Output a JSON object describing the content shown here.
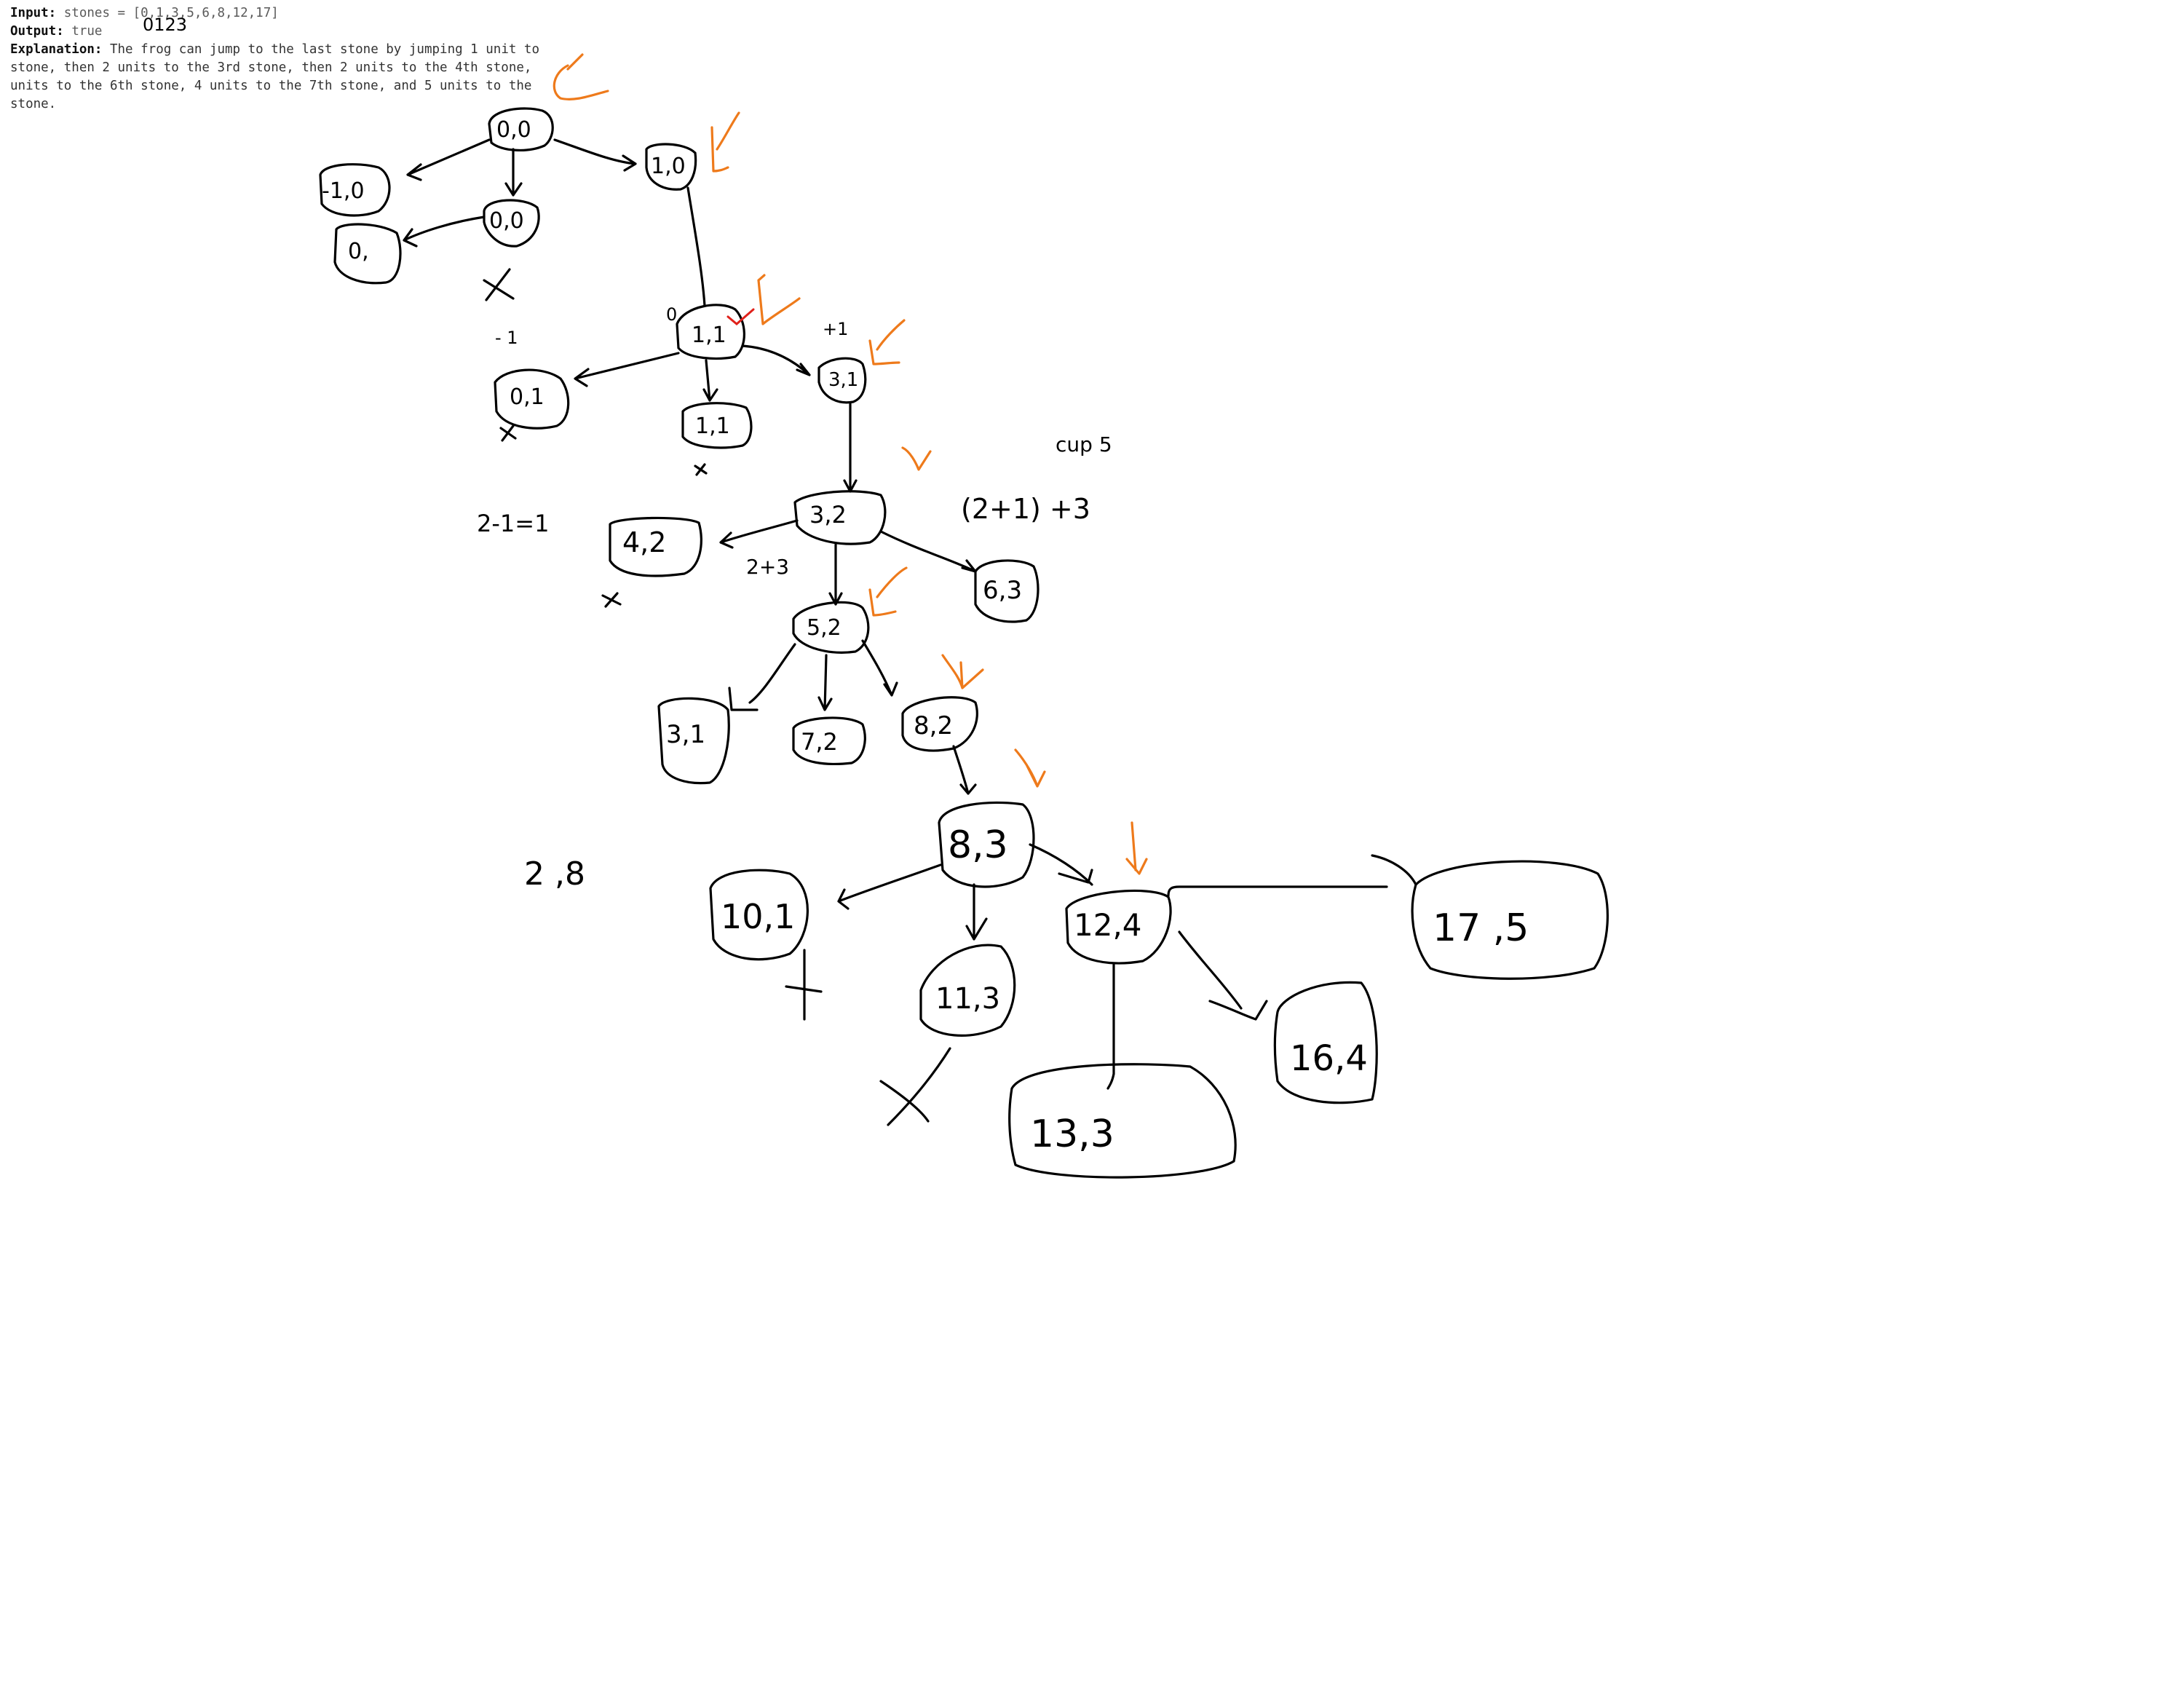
{
  "problem": {
    "input_label": "Input:",
    "input_value": "stones = [0,1,3,5,6,8,12,17]",
    "output_label": "Output:",
    "output_value": "true",
    "explanation_label": "Explanation:",
    "explanation_lines": [
      "The frog can jump to the last stone by jumping 1 unit to",
      "stone, then 2 units to the 3rd stone, then 2 units to the 4th stone,",
      "units to the 6th stone, 4 units to the 7th stone, and 5 units to the",
      "stone."
    ],
    "index_note": "0123"
  },
  "nodes": [
    {
      "label": "0,0"
    },
    {
      "label": "-1,0"
    },
    {
      "label": "0,0"
    },
    {
      "label": "0,"
    },
    {
      "label": "1,0"
    },
    {
      "label": "1,1"
    },
    {
      "label": "0,1"
    },
    {
      "label": "1,1"
    },
    {
      "label": "3,1"
    },
    {
      "label": "3,2"
    },
    {
      "label": "4,2"
    },
    {
      "label": "6,3"
    },
    {
      "label": "5,2"
    },
    {
      "label": "3,1"
    },
    {
      "label": "7,2"
    },
    {
      "label": "8,2"
    },
    {
      "label": "8,3"
    },
    {
      "label": "10,1"
    },
    {
      "label": "11,3"
    },
    {
      "label": "12,4"
    },
    {
      "label": "17 ,5"
    },
    {
      "label": "16,4"
    },
    {
      "label": "13,3"
    }
  ],
  "notes": {
    "n_zero": "0",
    "n_minus1": "- 1",
    "n_plus1": "+1",
    "upto5": "cup 5",
    "two_minus_one": "2-1=1",
    "two_plus_three": "2+3",
    "two_plus_one_plus_three": "(2+1) +3",
    "two_eight": "2 ,8"
  },
  "colors": {
    "ink": "#000000",
    "checkmark": "#ee7a1b",
    "red_tick": "#e0211b"
  }
}
